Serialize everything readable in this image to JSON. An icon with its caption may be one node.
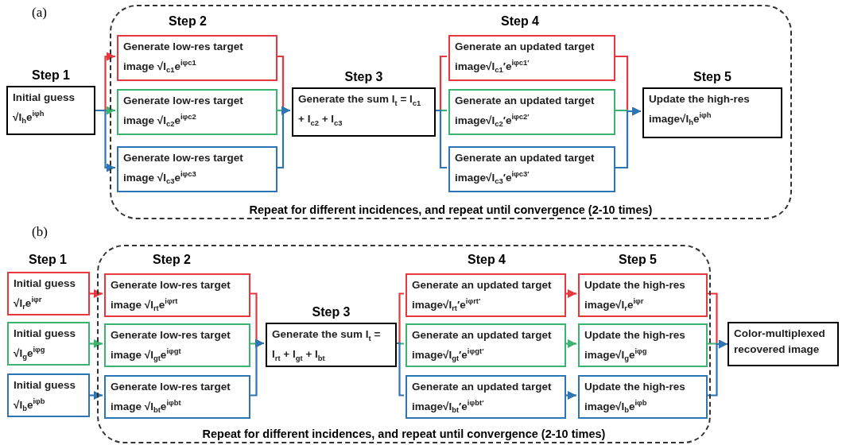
{
  "diagram": {
    "nodes": [
      {
        "text": [
          "Repeat for different incidences, and repeat until convergence (2-10 times)"
        ]
      },
      {
        "text": [
          "Step 1",
          "Initial guess √I$_{h}$e$^{iφh}$"
        ]
      },
      {
        "text": [
          "Generate low-res target image √I$_{c1}$e$^{iφc1}$"
        ],
        "in": 0
      },
      {
        "text": [
          "Generate low-res target image √I$_{c2}$e$^{iφc2}$"
        ],
        "in": 0
      },
      {
        "text": [
          "Generate low-res target image √I$_{c3}$e$^{iφc3}$"
        ],
        "in": 0
      },
      {
        "text": [
          "Step 3",
          "Generate the sum I$_{t}$ = I$_{c1}$ + I$_{c2}$ + I$_{c3}$"
        ],
        "in": 0
      },
      {
        "text": [
          "Generate an updated target image√I$_{c1}$′e$^{iφc1′}$"
        ],
        "in": 0
      },
      {
        "text": [
          "Generate an updated target image√I$_{c2}$′e$^{iφc2′}$"
        ],
        "in": 0
      },
      {
        "text": [
          "Generate an updated target image√I$_{c3}$′e$^{iφc3′}$"
        ],
        "in": 0
      },
      {
        "text": [
          "Step 5",
          "Update the high-res image√I$_{h}$e$^{iφh}$"
        ],
        "in": 0
      },
      {
        "text": [
          "Repeat for different incidences, and repeat until convergence (2-10 times)"
        ]
      },
      {
        "text": [
          "Initial guess √I$_{r}$e$^{iφr}$"
        ]
      },
      {
        "text": [
          "Initial guess √I$_{g}$e$^{iφg}$"
        ]
      },
      {
        "text": [
          "Initial guess √I$_{b}$e$^{iφb}$"
        ]
      },
      {
        "text": [
          "Generate low-res target image √I$_{rt}$e$^{iφrt}$"
        ],
        "in": 10
      },
      {
        "text": [
          "Generate low-res target image √I$_{gt}$e$^{iφgt}$"
        ],
        "in": 10
      },
      {
        "text": [
          "Generate low-res target image √I$_{bt}$e$^{iφbt}$"
        ],
        "in": 10
      },
      {
        "text": [
          "Step 3",
          "Generate the sum I$_{t}$ = I$_{rt}$ + I$_{gt}$ + I$_{bt}$"
        ],
        "in": 10
      },
      {
        "text": [
          "Generate an updated target image√I$_{rt}$′e$^{iφrt′}$"
        ],
        "in": 10
      },
      {
        "text": [
          "Generate an updated target image√I$_{gt}$′e$^{iφgt′}$"
        ],
        "in": 10
      },
      {
        "text": [
          "Generate an updated target image√I$_{bt}$′e$^{iφbt′}$"
        ],
        "in": 10
      },
      {
        "text": [
          "Update the high-res image√I$_{r}$e$^{iφr}$"
        ],
        "in": 10
      },
      {
        "text": [
          "Update the high-res image√I$_{g}$e$^{iφg}$"
        ],
        "in": 10
      },
      {
        "text": [
          "Update the high-res image√I$_{b}$e$^{iφb}$"
        ],
        "in": 10
      },
      {
        "text": [
          "Color-multiplexed recovered image"
        ]
      }
    ],
    "edges": [
      {
        "from": 1,
        "to": 2,
        "arrow": "to",
        "color": "#e8383d"
      },
      {
        "from": 1,
        "to": 3,
        "arrow": "to",
        "color": "#3cb371"
      },
      {
        "from": 1,
        "to": 4,
        "arrow": "to",
        "color": "#2e75b6"
      },
      {
        "from": 2,
        "to": 5,
        "arrow": "to",
        "color": "#e8383d"
      },
      {
        "from": 3,
        "to": 5,
        "arrow": "to",
        "color": "#3cb371"
      },
      {
        "from": 4,
        "to": 5,
        "arrow": "to",
        "color": "#2e75b6"
      },
      {
        "from": 5,
        "to": 6,
        "arrow": "none",
        "color": "#e8383d"
      },
      {
        "from": 5,
        "to": 7,
        "arrow": "none",
        "color": "#3cb371"
      },
      {
        "from": 5,
        "to": 8,
        "arrow": "none",
        "color": "#2e75b6"
      },
      {
        "from": 6,
        "to": 9,
        "arrow": "to",
        "color": "#e8383d"
      },
      {
        "from": 7,
        "to": 9,
        "arrow": "to",
        "color": "#3cb371"
      },
      {
        "from": 8,
        "to": 9,
        "arrow": "to",
        "color": "#2e75b6"
      },
      {
        "from": 11,
        "to": 14,
        "arrow": "to",
        "color": "#e8383d"
      },
      {
        "from": 12,
        "to": 15,
        "arrow": "to",
        "color": "#3cb371"
      },
      {
        "from": 13,
        "to": 16,
        "arrow": "to",
        "color": "#2e75b6"
      },
      {
        "from": 14,
        "to": 17,
        "arrow": "to",
        "color": "#e8383d"
      },
      {
        "from": 15,
        "to": 17,
        "arrow": "to",
        "color": "#3cb371"
      },
      {
        "from": 16,
        "to": 17,
        "arrow": "to",
        "color": "#2e75b6"
      },
      {
        "from": 17,
        "to": 18,
        "arrow": "none",
        "color": "#e8383d"
      },
      {
        "from": 17,
        "to": 19,
        "arrow": "none",
        "color": "#3cb371"
      },
      {
        "from": 17,
        "to": 20,
        "arrow": "none",
        "color": "#2e75b6"
      },
      {
        "from": 18,
        "to": 21,
        "arrow": "to",
        "color": "#e8383d"
      },
      {
        "from": 19,
        "to": 22,
        "arrow": "to",
        "color": "#3cb371"
      },
      {
        "from": 20,
        "to": 23,
        "arrow": "to",
        "color": "#2e75b6"
      },
      {
        "from": 21,
        "to": 24,
        "arrow": "to",
        "color": "#e8383d"
      },
      {
        "from": 22,
        "to": 24,
        "arrow": "to",
        "color": "#3cb371"
      },
      {
        "from": 23,
        "to": 24,
        "arrow": "to",
        "color": "#2e75b6"
      }
    ],
    "labels": [
      "(a)",
      "Step 2",
      "Step 4",
      "(b)",
      "Step 1",
      "Step 2",
      "Step 4",
      "Step 5"
    ]
  }
}
